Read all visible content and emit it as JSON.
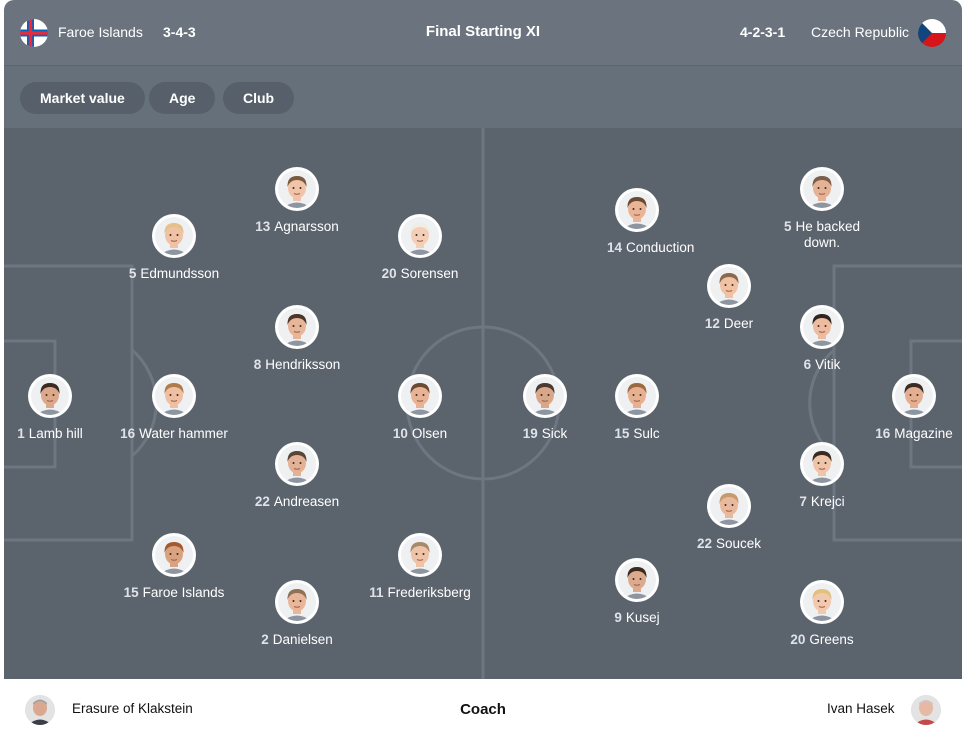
{
  "header": {
    "title": "Final Starting XI",
    "home": {
      "name": "Faroe Islands",
      "formation": "3-4-3",
      "flag_icon": "faroe-islands-flag"
    },
    "away": {
      "name": "Czech Republic",
      "formation": "4-2-3-1",
      "flag_icon": "czech-republic-flag"
    }
  },
  "filters": [
    "Market value",
    "Age",
    "Club"
  ],
  "colors": {
    "header_bg": "#6b747e",
    "pitch_bg": "#5b636d",
    "pitch_lines": "#6e7781",
    "pill_bg": "#57606a"
  },
  "home_players": [
    {
      "number": "1",
      "name": "Lamb hill",
      "skin": "#dba88c",
      "hair": "#3a2a22"
    },
    {
      "number": "5",
      "name": "Edmundsson",
      "skin": "#f0c2a5",
      "hair": "#e6c08a"
    },
    {
      "number": "16",
      "name": "Water hammer",
      "skin": "#efbfa2",
      "hair": "#b07c4c"
    },
    {
      "number": "15",
      "name": "Faroe Islands",
      "skin": "#d9a281",
      "hair": "#a4592e"
    },
    {
      "number": "13",
      "name": "Agnarsson",
      "skin": "#f1c3a8",
      "hair": "#7a5a3e"
    },
    {
      "number": "8",
      "name": "Hendriksson",
      "skin": "#e7b597",
      "hair": "#4b3628"
    },
    {
      "number": "22",
      "name": "Andreasen",
      "skin": "#e3b196",
      "hair": "#5a4636"
    },
    {
      "number": "2",
      "name": "Danielsen",
      "skin": "#eab699",
      "hair": "#8e7257"
    },
    {
      "number": "20",
      "name": "Sorensen",
      "skin": "#f4cfb8",
      "hair": "#f1ede4"
    },
    {
      "number": "10",
      "name": "Olsen",
      "skin": "#e8b294",
      "hair": "#6b4a33"
    },
    {
      "number": "11",
      "name": "Frederiksberg",
      "skin": "#efc3a8",
      "hair": "#a78a6a"
    }
  ],
  "away_players": [
    {
      "number": "19",
      "name": "Sick",
      "skin": "#d8a688",
      "hair": "#4a3a30"
    },
    {
      "number": "14",
      "name": "Conduction",
      "skin": "#eab597",
      "hair": "#6b4a33"
    },
    {
      "number": "15",
      "name": "Sulc",
      "skin": "#e6b091",
      "hair": "#9a6b43"
    },
    {
      "number": "9",
      "name": "Kusej",
      "skin": "#dcaa8c",
      "hair": "#3b2a20"
    },
    {
      "number": "12",
      "name": "Deer",
      "skin": "#f0c1a3",
      "hair": "#8a6a4a"
    },
    {
      "number": "22",
      "name": "Soucek",
      "skin": "#e9b99d",
      "hair": "#c69a6b"
    },
    {
      "number": "5",
      "name": "He backed down.",
      "skin": "#e6b295",
      "hair": "#7a6048"
    },
    {
      "number": "6",
      "name": "Vitik",
      "skin": "#ecbba0",
      "hair": "#2e2520"
    },
    {
      "number": "7",
      "name": "Krejci",
      "skin": "#f0c4a9",
      "hair": "#3a2a20"
    },
    {
      "number": "20",
      "name": "Greens",
      "skin": "#f2c9ae",
      "hair": "#e0c27e"
    },
    {
      "number": "16",
      "name": "Magazine",
      "skin": "#e4ae90",
      "hair": "#3a2c24"
    }
  ],
  "footer": {
    "title": "Coach",
    "home_coach": "Erasure of Klakstein",
    "away_coach": "Ivan Hasek"
  }
}
